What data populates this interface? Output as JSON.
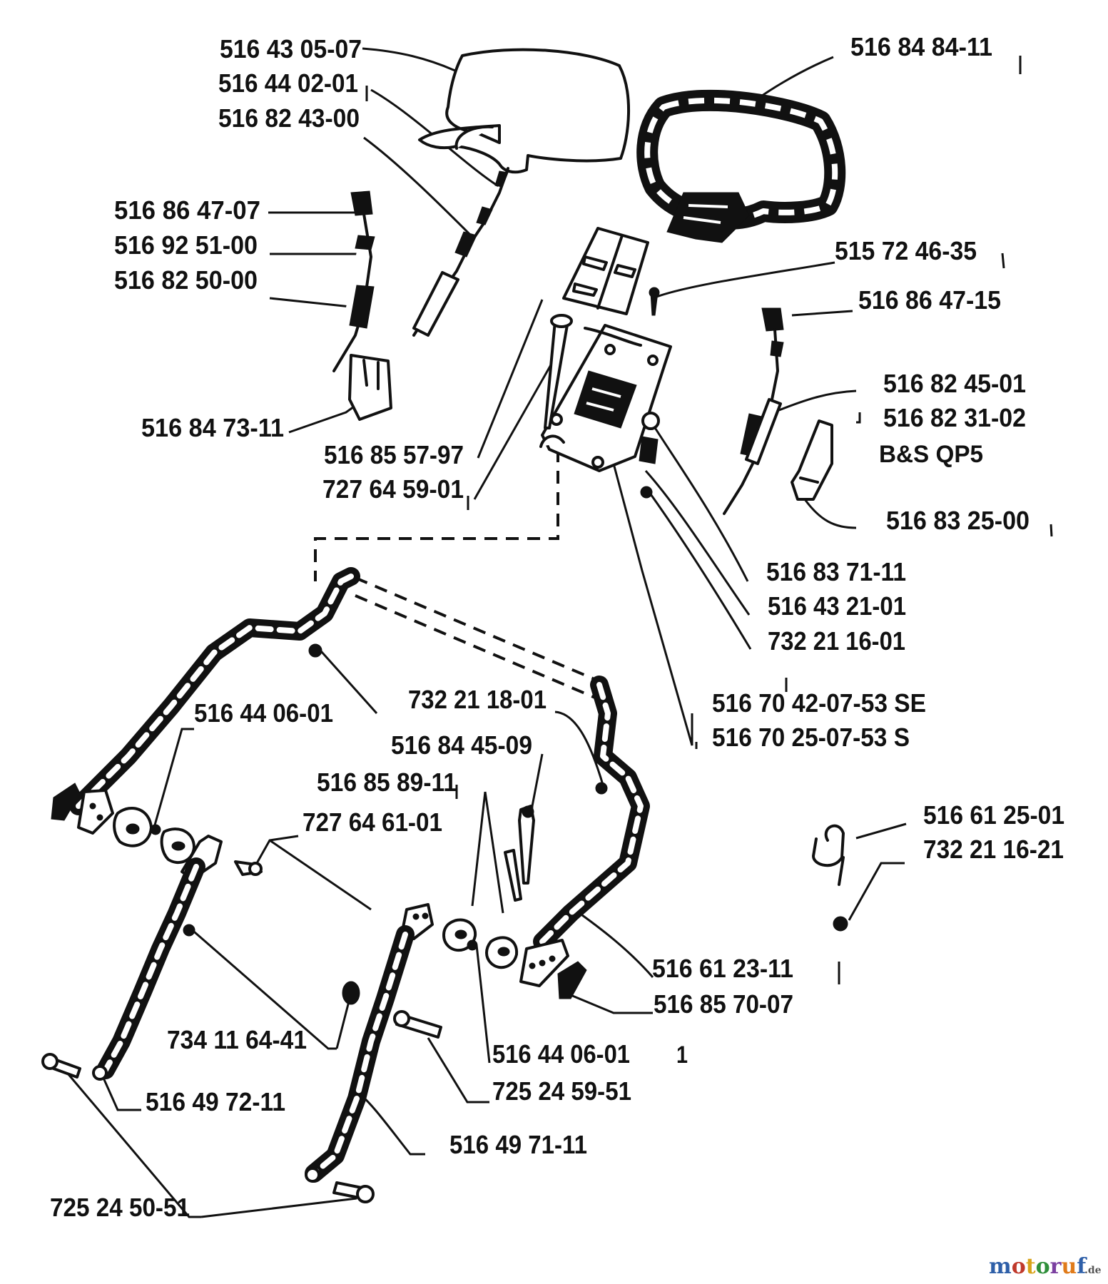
{
  "labels": [
    "516 43 05-07",
    "516 44 02-01",
    "516 82 43-00",
    "516 84 84-11",
    "516 86 47-07",
    "516 92 51-00",
    "516 82 50-00",
    "515 72 46-35",
    "516 86 47-15",
    "516 82 45-01",
    "516 82 31-02",
    "516 84 73-11",
    "516 85 57-97",
    "727 64 59-01",
    "516 83 25-00",
    "516 83 71-11",
    "516 43 21-01",
    "732 21 16-01",
    "516 70 42-07-53 SE",
    "516 70 25-07-53 S",
    "732 21 18-01",
    "516 44 06-01",
    "516 84 45-09",
    "516 85 89-11",
    "727 64 61-01",
    "516 61 25-01",
    "732 21 16-21",
    "516 61 23-11",
    "516 85 70-07",
    "734 11 64-41",
    "516 44 06-01",
    "725 24 59-51",
    "516 49 72-11",
    "516 49 71-11",
    "725 24 50-51"
  ],
  "notes": {
    "engine": "B&S QP5",
    "page_mark": "1"
  },
  "watermark": {
    "brand": "motoruf",
    "tld": ".de",
    "colors": [
      "#2e5fa8",
      "#c0392b",
      "#d8a31a",
      "#2f8f3a",
      "#7b3fa0",
      "#e07b1a",
      "#2e5fa8"
    ]
  }
}
